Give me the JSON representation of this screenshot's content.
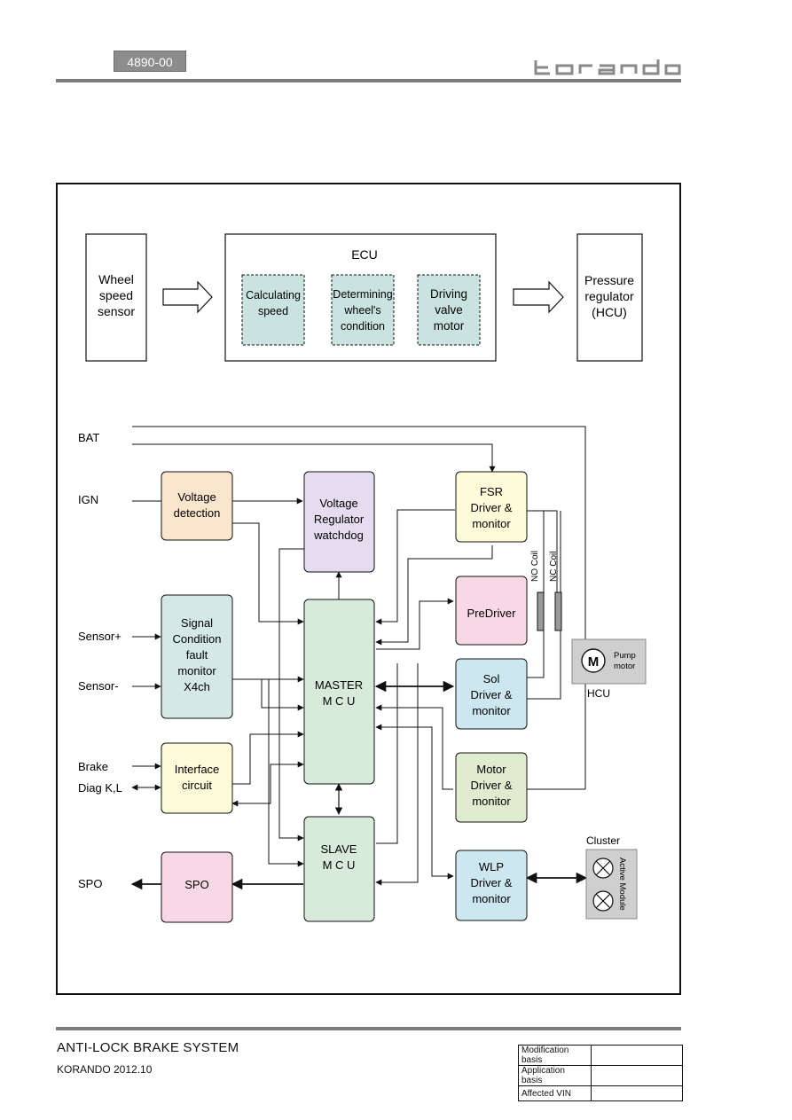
{
  "header": {
    "page_code": "4890-00",
    "brand_logo_text": "korando"
  },
  "ecu_overview": {
    "input_block": [
      "Wheel",
      "speed",
      "sensor"
    ],
    "ecu_title": "ECU",
    "ecu_functions": [
      [
        "Calculating",
        "speed"
      ],
      [
        "Determining",
        "wheel's",
        "condition"
      ],
      [
        "Driving",
        "valve",
        "motor"
      ]
    ],
    "output_block": [
      "Pressure",
      "regulator",
      "(HCU)"
    ]
  },
  "block_diagram": {
    "inputs": {
      "bat": "BAT",
      "ign": "IGN",
      "sensor_plus": "Sensor+",
      "sensor_minus": "Sensor-",
      "brake": "Brake",
      "diag": "Diag K,L",
      "spo_out": "SPO"
    },
    "blocks": {
      "voltage_detection": [
        "Voltage",
        "detection"
      ],
      "voltage_regulator": [
        "Voltage",
        "Regulator",
        "watchdog"
      ],
      "fsr_driver": [
        "FSR",
        "Driver &",
        "monitor"
      ],
      "predriver": [
        "PreDriver"
      ],
      "signal_condition": [
        "Signal",
        "Condition",
        "fault",
        "monitor",
        "X4ch"
      ],
      "master_mcu": [
        "MASTER",
        "M C U"
      ],
      "sol_driver": [
        "Sol",
        "Driver &",
        "monitor"
      ],
      "interface_circuit": [
        "Interface",
        "circuit"
      ],
      "motor_driver": [
        "Motor",
        "Driver &",
        "monitor"
      ],
      "slave_mcu": [
        "SLAVE",
        "M C U"
      ],
      "wlp_driver": [
        "WLP",
        "Driver &",
        "monitor"
      ],
      "spo_block": [
        "SPO"
      ]
    },
    "coils": {
      "no_coil": "NO Coil",
      "nc_coil": "NC Coil"
    },
    "pump": {
      "symbol": "M",
      "label": [
        "Pump",
        "motor"
      ],
      "hcu_label": "HCU"
    },
    "cluster": {
      "label": "Cluster",
      "module_label": "Active Module"
    },
    "colors": {
      "orange": "#fbe5cd",
      "lavender": "#e6dcef",
      "yellow": "#fdfbd8",
      "pink": "#f9d8e6",
      "blue": "#cde7f0",
      "teal": "#d4e9e6",
      "green": "#d8ebdb",
      "olive": "#dfeccf",
      "ecu_inner": "#c9e4e0",
      "gray": "#cfcfcf"
    }
  },
  "footer": {
    "title": "ANTI-LOCK BRAKE SYSTEM",
    "subtitle": "KORANDO 2012.10",
    "table_rows": [
      {
        "label": "Modification basis",
        "value": ""
      },
      {
        "label": "Application basis",
        "value": ""
      },
      {
        "label": "Affected VIN",
        "value": ""
      }
    ]
  }
}
